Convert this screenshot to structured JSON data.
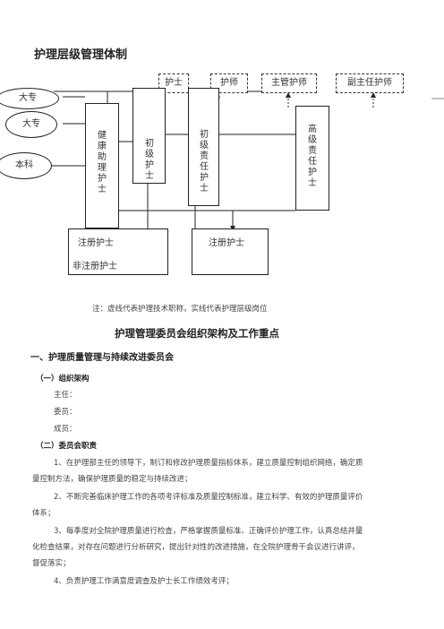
{
  "chart": {
    "title": "护理层级管理体制",
    "ellipses": [
      "大专",
      "大专",
      "本科"
    ],
    "top_labels": [
      "护士",
      "护师",
      "主管护师",
      "副主任护师"
    ],
    "columns": [
      "健康助理护士",
      "初级护士",
      "初级责任护士",
      "高级责任护士"
    ],
    "bottom_box_left": [
      "注册护士",
      "非注册护士"
    ],
    "bottom_box_right": "注册护士",
    "note": "注：虚线代表护理技术职称，实线代表护理层级岗位"
  },
  "section": {
    "title": "护理管理委员会组织架构及工作重点",
    "h1": "一、护理质量管理与持续改进委员会",
    "h2a": "（一）组织架构",
    "roles": [
      "主任：",
      "委员：",
      "成员："
    ],
    "h2b": "（二）委员会职责",
    "duties": [
      "1、在护理部主任的领导下，制订和修改护理质量指标体系，建立质量控制组织网络，确定质",
      "量控制方法，确保护理质量的稳定与持续改进；",
      "2、不断完善临床护理工作的各项考评标准及质量控制标准，建立科学、有效的护理质量评价",
      "体系；",
      "3、每季度对全院护理质量进行检查，严格掌握质量标准、正确评价护理工作，认真总结并量",
      "化检查结果，对存在问题进行分析研究，提出针对性的改进措施，在全院护理骨干会议进行讲评，",
      "督促落实；",
      "4、负责护理工作满意度调查及护士长工作绩效考评；"
    ]
  }
}
